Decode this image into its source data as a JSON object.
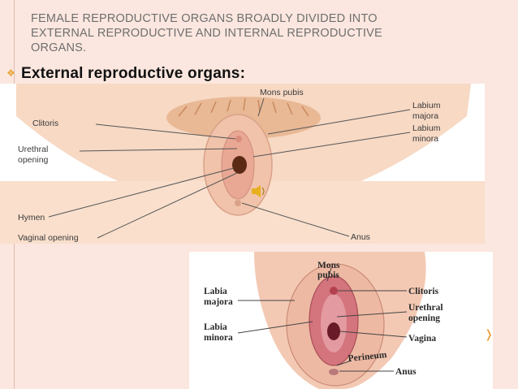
{
  "slide": {
    "heading": "FEMALE REPRODUCTIVE ORGANS BROADLY DIVIDED INTO EXTERNAL REPRODUCTIVE AND INTERNAL REPRODUCTIVE ORGANS.",
    "bullet_icon": "diamond-bullet-icon",
    "subheading": "External reproductive organs:"
  },
  "figure1": {
    "labels": {
      "mons_pubis": "Mons pubis",
      "clitoris": "Clitoris",
      "labium_majora_1": "Labium",
      "labium_majora_2": "majora",
      "labium_minora_1": "Labium",
      "labium_minora_2": "minora",
      "urethral_1": "Urethral",
      "urethral_2": "opening",
      "hymen": "Hymen",
      "vaginal_opening": "Vaginal opening",
      "anus": "Anus"
    },
    "speaker_icon": "speaker-icon"
  },
  "figure2": {
    "labels": {
      "mons_1": "Mons",
      "mons_2": "pubis",
      "labia_majora_1": "Labia",
      "labia_majora_2": "majora",
      "labia_minora_1": "Labia",
      "labia_minora_2": "minora",
      "clitoris": "Clitoris",
      "urethral_1": "Urethral",
      "urethral_2": "opening",
      "vagina": "Vagina",
      "perineum": "Perineum",
      "anus": "Anus"
    }
  },
  "colors": {
    "background": "#fbe7df",
    "bullet": "#e8a432",
    "skin": "#f7d9c4",
    "tissue": "#c85a66"
  }
}
